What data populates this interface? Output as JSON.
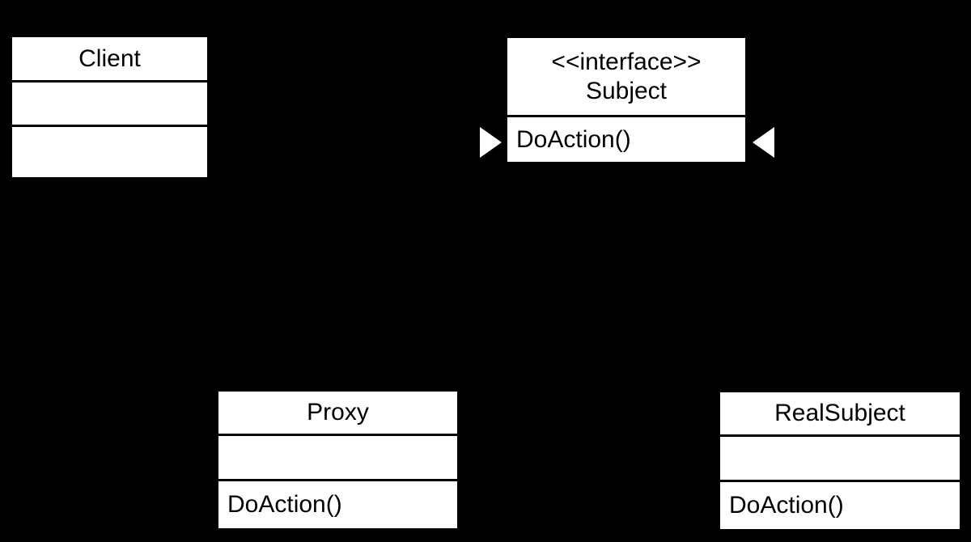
{
  "colors": {
    "background": "#000000",
    "box_fill": "#ffffff",
    "line": "#000000",
    "text": "#000000",
    "arrowhead_fill": "#ffffff"
  },
  "classes": {
    "client": {
      "name": "Client",
      "attributes": "",
      "methods": ""
    },
    "subject": {
      "stereotype": "<<interface>>",
      "name": "Subject",
      "methods": "DoAction()"
    },
    "proxy": {
      "name": "Proxy",
      "attributes": "",
      "methods": "DoAction()"
    },
    "real_subject": {
      "name": "RealSubject",
      "attributes": "",
      "methods": "DoAction()"
    }
  },
  "arrowheads": {
    "left": {
      "icon": "triangle-right-icon",
      "meaning": "realization-arrowhead"
    },
    "right": {
      "icon": "triangle-left-icon",
      "meaning": "realization-arrowhead"
    }
  }
}
